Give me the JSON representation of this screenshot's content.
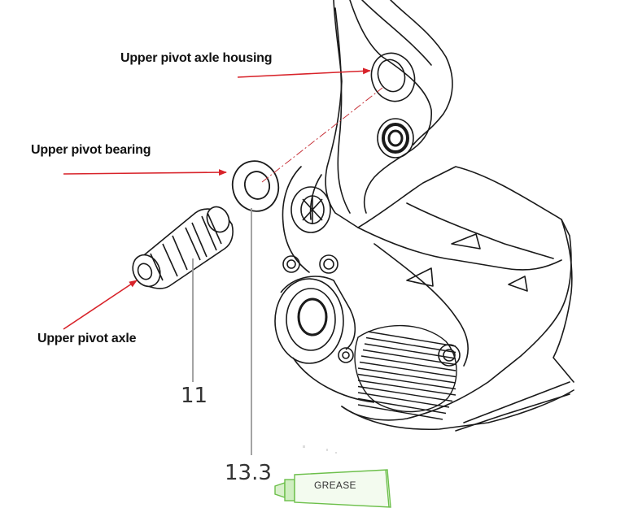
{
  "labels": {
    "housing": "Upper pivot axle housing",
    "bearing": "Upper pivot bearing",
    "axle": "Upper pivot axle"
  },
  "part_numbers": {
    "axle": "11",
    "bearing": "13.3"
  },
  "grease_tube": {
    "label": "GREASE"
  },
  "colors": {
    "arrow": "#d8232a",
    "line": "#1a1a1a",
    "leader": "#9a9a9a",
    "grease_outline": "#6cbf4a",
    "grease_fill": "#f3fbef"
  }
}
